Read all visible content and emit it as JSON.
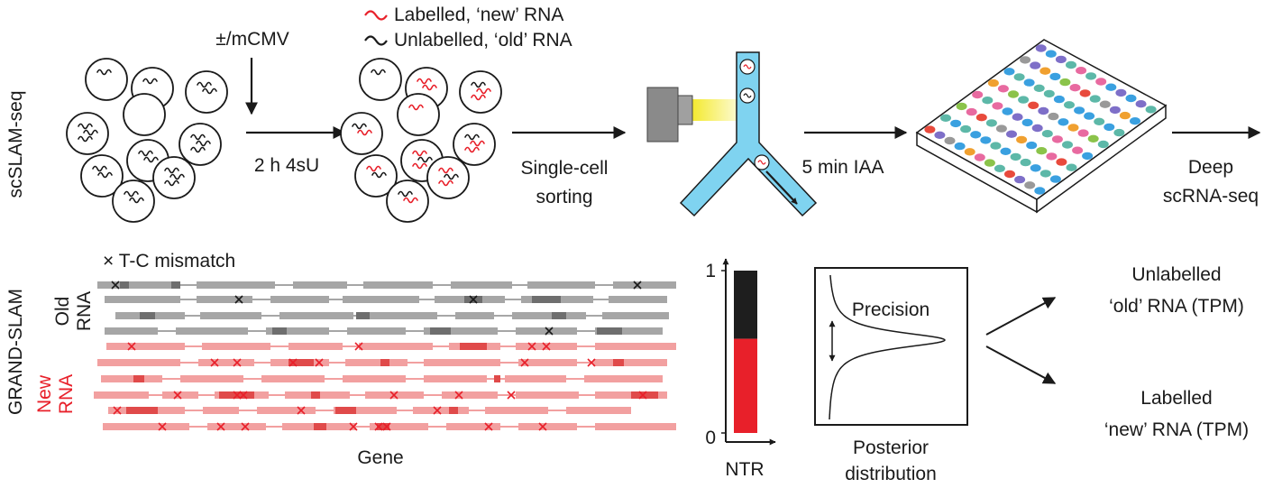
{
  "top_panel": {
    "row_label": "scSLAM-seq",
    "treatment": "±/mCMV",
    "legend_new": "Labelled, ‘new’ RNA",
    "legend_old": "Unlabelled, ‘old’ RNA",
    "step_labelling": "2 h 4sU",
    "step_sorting_line1": "Single-cell",
    "step_sorting_line2": "sorting",
    "step_iaa": "5 min IAA",
    "step_seq_line1": "Deep",
    "step_seq_line2": "scRNA-seq"
  },
  "bottom_panel": {
    "row_label": "GRAND-SLAM",
    "mismatch_legend": "× T-C mismatch",
    "old_label_line1": "Old",
    "old_label_line2": "RNA",
    "new_label_line1": "New",
    "new_label_line2": "RNA",
    "gene_axis": "Gene",
    "ntr_axis": "NTR",
    "ntr_tick_top": "1",
    "ntr_tick_bottom": "0",
    "ntr_fraction_new": 0.58,
    "precision_label": "Precision",
    "posterior_line1": "Posterior",
    "posterior_line2": "distribution",
    "out_old_line1": "Unlabelled",
    "out_old_line2": "‘old’ RNA (TPM)",
    "out_new_line1": "Labelled",
    "out_new_line2": "‘new’ RNA (TPM)"
  },
  "colors": {
    "new_rna": "#e8202a",
    "old_rna": "#1a1a1a",
    "read_old": "#a6a6a6",
    "read_old_dark": "#6e6e6e",
    "read_new": "#f2a0a0",
    "read_new_dark": "#e04a4a",
    "channel": "#7fd3f0",
    "laser": "#f4ea30",
    "ntr_old": "#1e1e1e",
    "ntr_new": "#e8202a"
  }
}
